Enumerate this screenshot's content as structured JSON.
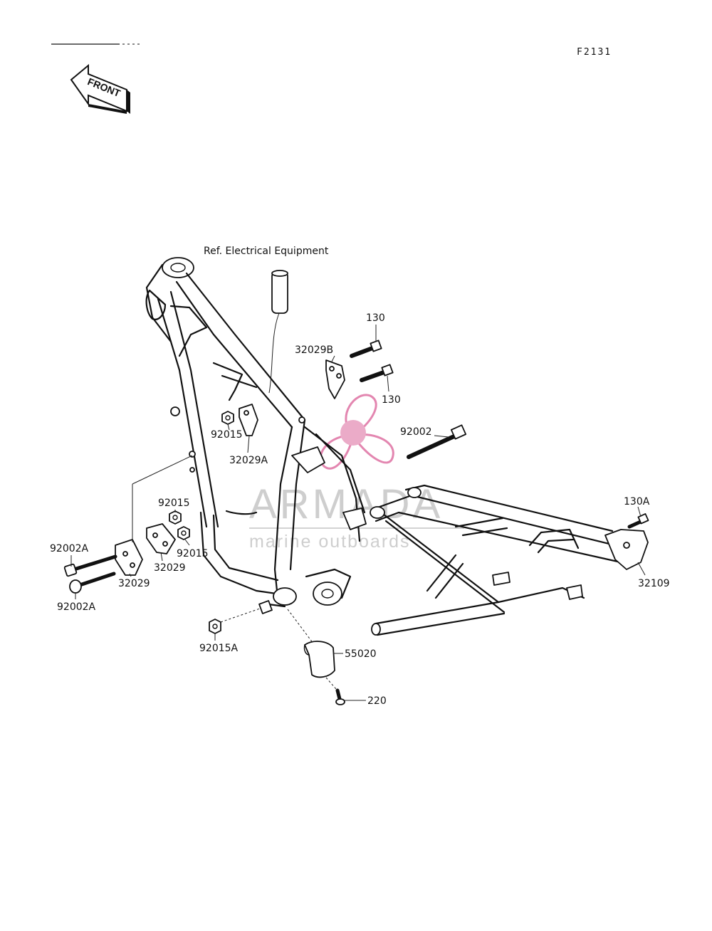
{
  "figure_code": "F2131",
  "front_label": "FRONT",
  "reference_note": "Ref. Electrical Equipment",
  "parts": [
    {
      "id": "130-upper",
      "label": "130"
    },
    {
      "id": "32029b",
      "label": "32029B"
    },
    {
      "id": "130-lower",
      "label": "130"
    },
    {
      "id": "92002",
      "label": "92002"
    },
    {
      "id": "92015-top",
      "label": "92015"
    },
    {
      "id": "32029a",
      "label": "32029A"
    },
    {
      "id": "130a",
      "label": "130A"
    },
    {
      "id": "32109",
      "label": "32109"
    },
    {
      "id": "92015-left",
      "label": "92015"
    },
    {
      "id": "92015-right",
      "label": "92015"
    },
    {
      "id": "32029-inner",
      "label": "32029"
    },
    {
      "id": "92002a-upper",
      "label": "92002A"
    },
    {
      "id": "32029-outer",
      "label": "32029"
    },
    {
      "id": "92002a-lower",
      "label": "92002A"
    },
    {
      "id": "92015a",
      "label": "92015A"
    },
    {
      "id": "55020",
      "label": "55020"
    },
    {
      "id": "220",
      "label": "220"
    }
  ],
  "watermark": {
    "brand": "ARMADA",
    "tagline": "marine outboards",
    "logo_color": "#e07aa8"
  }
}
